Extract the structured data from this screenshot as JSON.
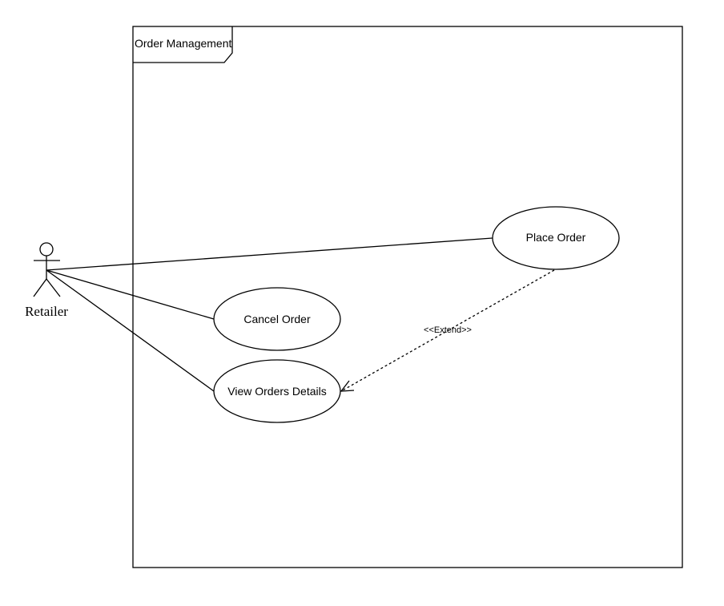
{
  "diagram": {
    "system_boundary": {
      "label": "Order Management"
    },
    "actor": {
      "label": "Retailer"
    },
    "use_cases": {
      "place_order": "Place Order",
      "cancel_order": "Cancel Order",
      "view_orders_details": "View Orders Details"
    },
    "relations": {
      "extend_label": "<<Extend>>"
    },
    "colors": {
      "line": "#000000",
      "background": "#ffffff"
    }
  }
}
